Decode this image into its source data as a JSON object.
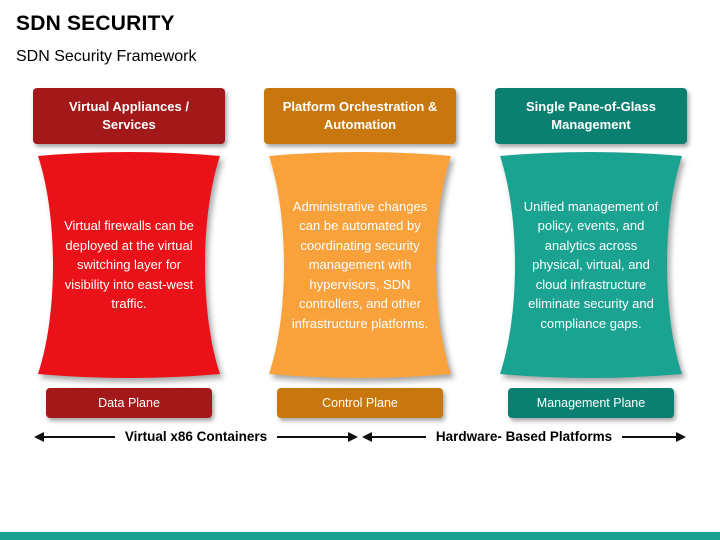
{
  "slide": {
    "title": "SDN SECURITY",
    "subtitle": "SDN Security Framework"
  },
  "columns": [
    {
      "header": "Virtual Appliances / Services",
      "body": "Virtual firewalls can be deployed at the virtual switching layer for visibility into east-west traffic.",
      "footer": "Data Plane",
      "header_color": "#A31818",
      "body_color": "#EA1218",
      "footer_color": "#A31818"
    },
    {
      "header": "Platform Orchestration & Automation",
      "body": "Administrative changes can be automated by coordinating security management with hypervisors, SDN controllers, and other infrastructure platforms.",
      "footer": "Control Plane",
      "header_color": "#C8770E",
      "body_color": "#F9A23B",
      "footer_color": "#C8770E"
    },
    {
      "header": "Single Pane-of-Glass Management",
      "body": "Unified management of policy, events, and analytics across physical, virtual, and cloud infrastructure eliminate security and compliance gaps.",
      "footer": "Management Plane",
      "header_color": "#0B8070",
      "body_color": "#1BA391",
      "footer_color": "#0B8070"
    }
  ],
  "arrows": [
    {
      "label": "Virtual x86 Containers"
    },
    {
      "label": "Hardware- Based Platforms"
    }
  ],
  "accent_bar_color": "#19A08E"
}
